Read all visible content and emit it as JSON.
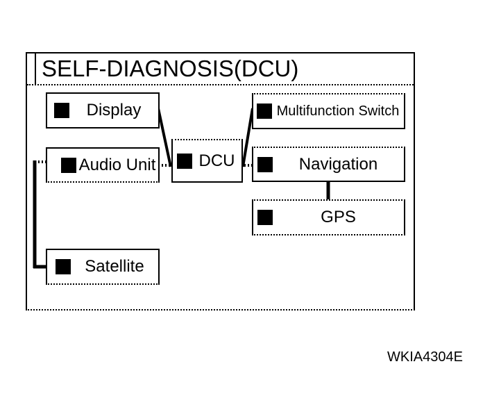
{
  "diagram": {
    "title": "SELF-DIAGNOSIS(DCU)",
    "figure_code": "WKIA4304E",
    "colors": {
      "foreground": "#000000",
      "background": "#ffffff"
    },
    "nodes": [
      {
        "id": "display",
        "label": "Display"
      },
      {
        "id": "multifunction-switch",
        "label": "Multifunction Switch"
      },
      {
        "id": "audio-unit",
        "label": "Audio Unit"
      },
      {
        "id": "dcu",
        "label": "DCU"
      },
      {
        "id": "navigation",
        "label": "Navigation"
      },
      {
        "id": "gps",
        "label": "GPS"
      },
      {
        "id": "satellite",
        "label": "Satellite"
      }
    ],
    "edges": [
      {
        "from": "display",
        "to": "dcu",
        "style": "solid-diagonal"
      },
      {
        "from": "multifunction-switch",
        "to": "dcu",
        "style": "solid-diagonal"
      },
      {
        "from": "audio-unit",
        "to": "dcu",
        "style": "dotted-horizontal"
      },
      {
        "from": "dcu",
        "to": "navigation",
        "style": "dotted-horizontal"
      },
      {
        "from": "navigation",
        "to": "gps",
        "style": "solid-vertical"
      },
      {
        "from": "audio-unit",
        "to": "satellite",
        "style": "elbow-left"
      }
    ]
  }
}
